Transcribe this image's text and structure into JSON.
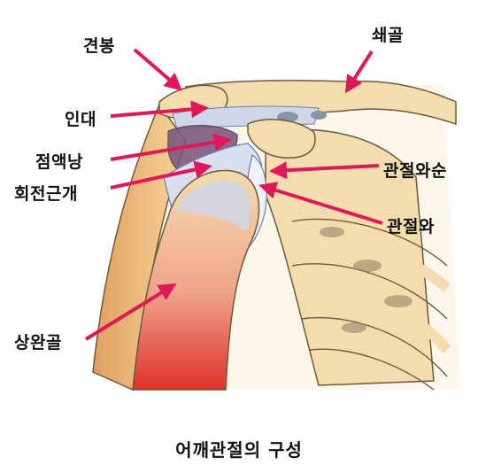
{
  "labels": {
    "acromion": "견봉",
    "clavicle": "쇄골",
    "ligament": "인대",
    "bursa": "점액낭",
    "rotator_cuff": "회전근개",
    "glenoid_labrum": "관절와순",
    "glenoid": "관절와",
    "humerus": "상완골"
  },
  "caption": "어깨관절의 구성",
  "colors": {
    "arrow": "#e0185a",
    "bone": "#f3dcae",
    "bone_outline": "#6b5a3c",
    "muscle": "#e04a3a",
    "cartilage": "#cfd6e6",
    "joint_space": "#8a94a8"
  }
}
